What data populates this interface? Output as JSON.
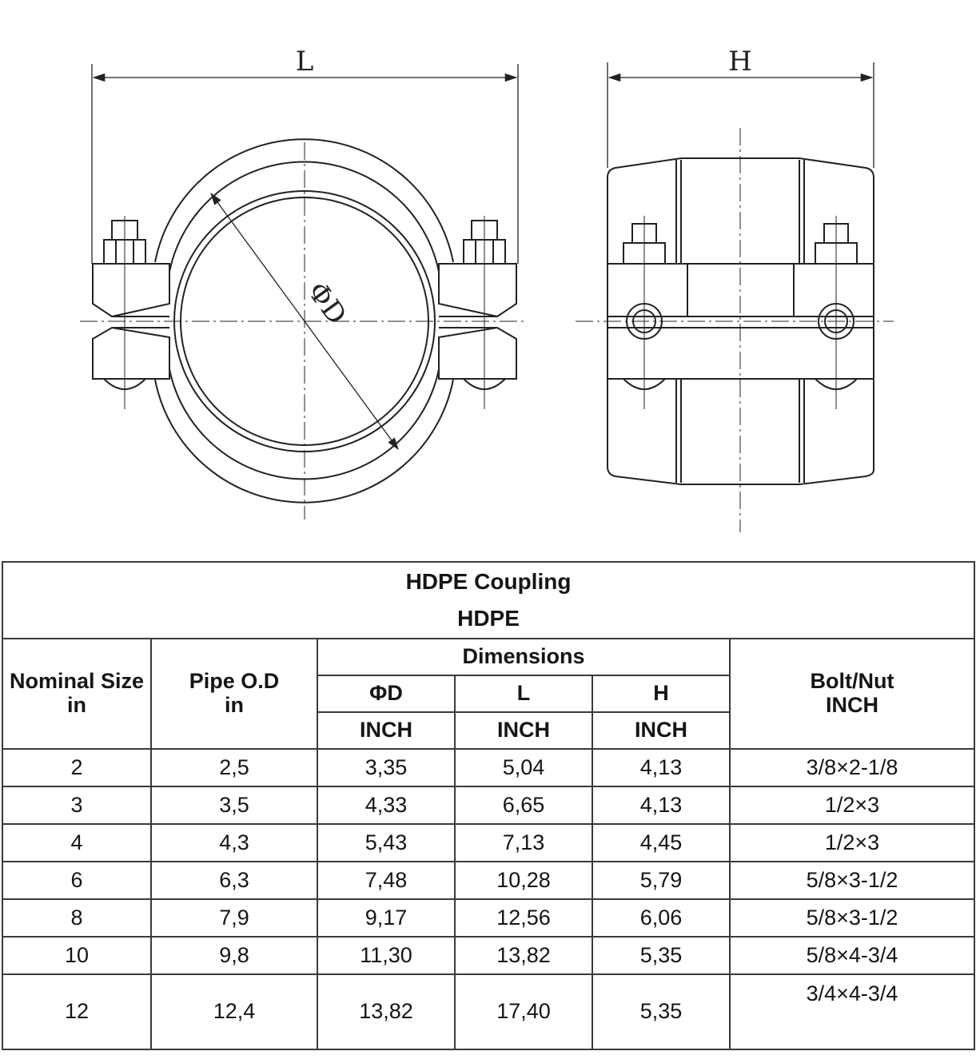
{
  "drawing": {
    "dim_labels": {
      "length": "L",
      "height": "H",
      "diameter": "ΦD"
    }
  },
  "table": {
    "title": "HDPE Coupling",
    "subtitle": "HDPE",
    "headers": {
      "nominal_size": "Nominal Size",
      "nominal_size_unit": "in",
      "pipe_od": "Pipe O.D",
      "pipe_od_unit": "in",
      "dimensions": "Dimensions",
      "phi_d": "ΦD",
      "l": "L",
      "h": "H",
      "phi_d_unit": "INCH",
      "l_unit": "INCH",
      "h_unit": "INCH",
      "bolt_nut": "Bolt/Nut",
      "bolt_nut_unit": "INCH"
    },
    "rows": [
      {
        "nominal": "2",
        "pipe_od": "2,5",
        "phi_d": "3,35",
        "l": "5,04",
        "h": "4,13",
        "bolt": "3/8×2-1/8"
      },
      {
        "nominal": "3",
        "pipe_od": "3,5",
        "phi_d": "4,33",
        "l": "6,65",
        "h": "4,13",
        "bolt": "1/2×3"
      },
      {
        "nominal": "4",
        "pipe_od": "4,3",
        "phi_d": "5,43",
        "l": "7,13",
        "h": "4,45",
        "bolt": "1/2×3"
      },
      {
        "nominal": "6",
        "pipe_od": "6,3",
        "phi_d": "7,48",
        "l": "10,28",
        "h": "5,79",
        "bolt": "5/8×3-1/2"
      },
      {
        "nominal": "8",
        "pipe_od": "7,9",
        "phi_d": "9,17",
        "l": "12,56",
        "h": "6,06",
        "bolt": "5/8×3-1/2"
      },
      {
        "nominal": "10",
        "pipe_od": "9,8",
        "phi_d": "11,30",
        "l": "13,82",
        "h": "5,35",
        "bolt": "5/8×4-3/4"
      },
      {
        "nominal": "12",
        "pipe_od": "12,4",
        "phi_d": "13,82",
        "l": "17,40",
        "h": "5,35",
        "bolt": "3/4×4-3/4"
      }
    ]
  }
}
